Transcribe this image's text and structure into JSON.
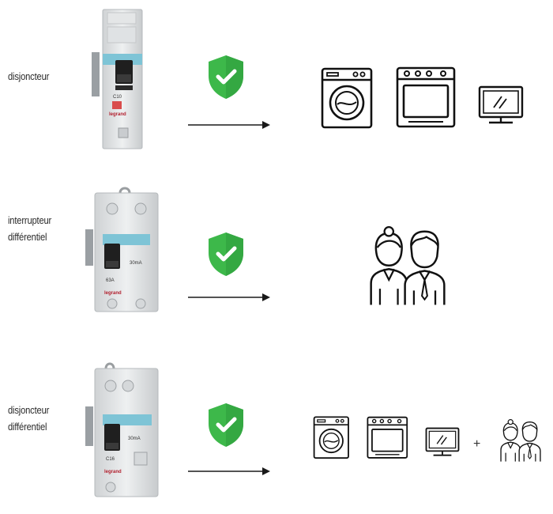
{
  "rows": [
    {
      "label_lines": [
        "disjoncteur"
      ],
      "device": "circuit-breaker",
      "device_text": {
        "brand": "legrand",
        "rating": "C10"
      },
      "protects": [
        "washing-machine-icon",
        "oven-icon",
        "monitor-icon"
      ]
    },
    {
      "label_lines": [
        "interrupteur",
        "différentiel"
      ],
      "device": "residual-current-switch",
      "device_text": {
        "brand": "legrand",
        "sensitivity": "30mA",
        "rating": "63A"
      },
      "protects": [
        "people-icon"
      ]
    },
    {
      "label_lines": [
        "disjoncteur",
        "différentiel"
      ],
      "device": "rcbo",
      "device_text": {
        "brand": "legrand",
        "sensitivity": "30mA",
        "rating": "C16"
      },
      "protects": [
        "washing-machine-icon",
        "oven-icon",
        "monitor-icon",
        "people-icon"
      ]
    }
  ],
  "plus_sign": "+",
  "colors": {
    "shield": "#3db84a",
    "shield_dark": "#2e9e3b",
    "line": "#1a1a1a"
  },
  "icons": {
    "check": "check-icon",
    "shield": "shield-icon",
    "arrow": "arrow-right-icon"
  }
}
